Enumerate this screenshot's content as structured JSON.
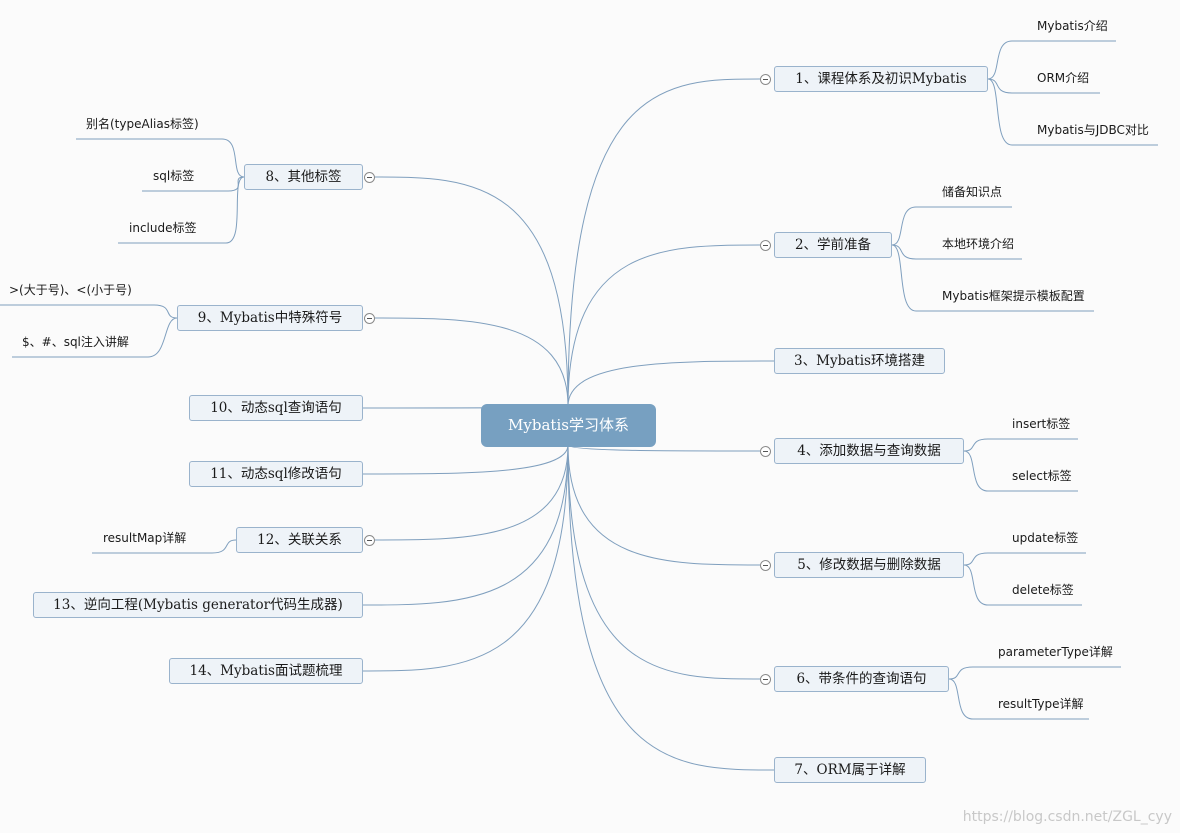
{
  "root": {
    "label": "Mybatis学习体系"
  },
  "right_topics": [
    {
      "label": "1、课程体系及初识Mybatis",
      "collapsible": true,
      "children": [
        "Mybatis介绍",
        "ORM介绍",
        "Mybatis与JDBC对比"
      ]
    },
    {
      "label": "2、学前准备",
      "collapsible": true,
      "children": [
        "储备知识点",
        "本地环境介绍",
        "Mybatis框架提示模板配置"
      ]
    },
    {
      "label": "3、Mybatis环境搭建",
      "collapsible": false,
      "children": []
    },
    {
      "label": "4、添加数据与查询数据",
      "collapsible": true,
      "children": [
        "insert标签",
        "select标签"
      ]
    },
    {
      "label": "5、修改数据与删除数据",
      "collapsible": true,
      "children": [
        "update标签",
        "delete标签"
      ]
    },
    {
      "label": "6、带条件的查询语句",
      "collapsible": true,
      "children": [
        "parameterType详解",
        "resultType详解"
      ]
    },
    {
      "label": "7、ORM属于详解",
      "collapsible": false,
      "children": []
    }
  ],
  "left_topics": [
    {
      "label": "8、其他标签",
      "collapsible": true,
      "children": [
        "别名(typeAlias标签)",
        "sql标签",
        "include标签"
      ]
    },
    {
      "label": "9、Mybatis中特殊符号",
      "collapsible": true,
      "children": [
        ">(大于号)、<(小于号)",
        "$、#、sql注入讲解"
      ]
    },
    {
      "label": "10、动态sql查询语句",
      "collapsible": false,
      "children": []
    },
    {
      "label": "11、动态sql修改语句",
      "collapsible": false,
      "children": []
    },
    {
      "label": "12、关联关系",
      "collapsible": true,
      "children": [
        "resultMap详解"
      ]
    },
    {
      "label": "13、逆向工程(Mybatis generator代码生成器)",
      "collapsible": false,
      "children": []
    },
    {
      "label": "14、Mybatis面试题梳理",
      "collapsible": false,
      "children": []
    }
  ],
  "watermark": "https://blog.csdn.net/ZGL_cyy",
  "colors": {
    "root_fill": "#77a0c1",
    "topic_fill": "#eef3f8",
    "topic_border": "#9ab3cc",
    "connector": "#7f9fbe"
  }
}
